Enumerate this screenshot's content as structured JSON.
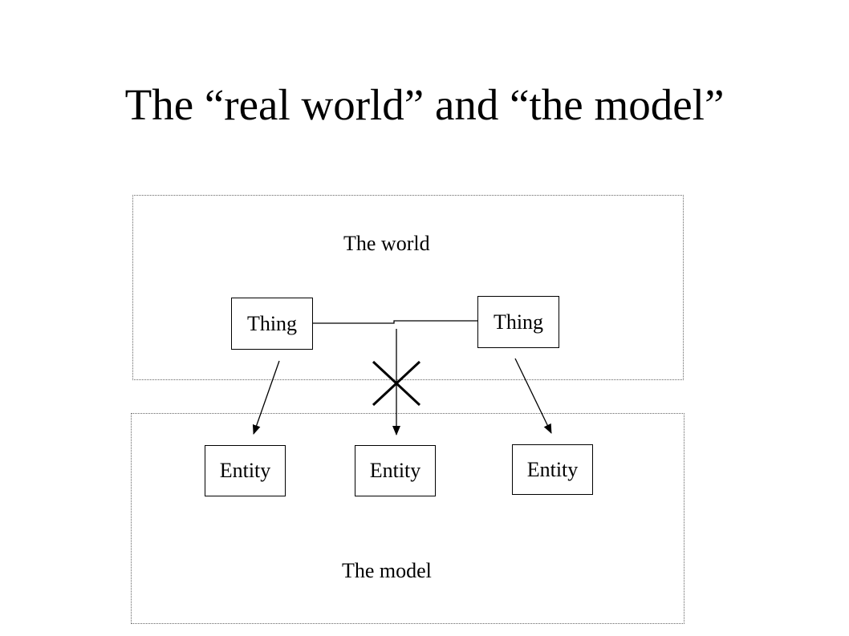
{
  "slide": {
    "title": "The “real world” and “the model”"
  },
  "world": {
    "label": "The world",
    "things": [
      {
        "label": "Thing"
      },
      {
        "label": "Thing"
      }
    ]
  },
  "model": {
    "label": "The model",
    "entities": [
      {
        "label": "Entity"
      },
      {
        "label": "Entity"
      },
      {
        "label": "Entity"
      }
    ]
  }
}
